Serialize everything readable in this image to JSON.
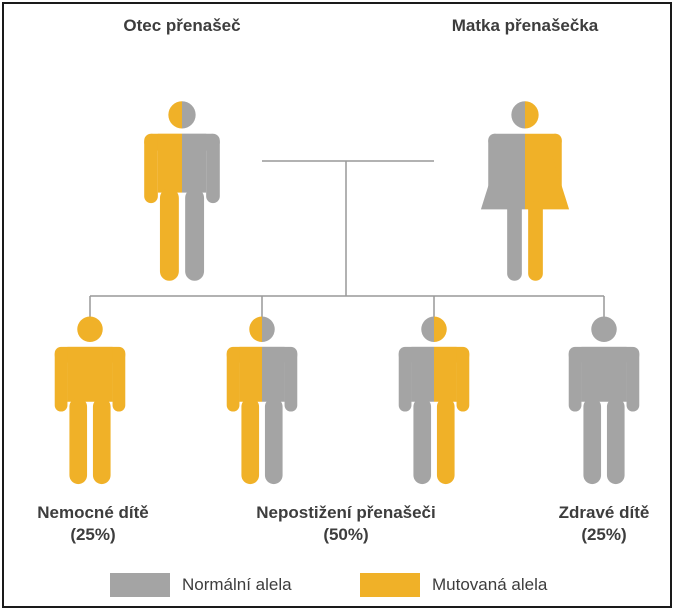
{
  "colors": {
    "normal": "#a4a4a4",
    "mutated": "#f0b128",
    "line": "#999999",
    "text": "#3d3d3d"
  },
  "parents": {
    "father": {
      "label": "Otec přenašeč",
      "left": "mutated",
      "right": "normal"
    },
    "mother": {
      "label": "Matka přenašečka",
      "left": "normal",
      "right": "mutated"
    }
  },
  "children": [
    {
      "left": "mutated",
      "right": "mutated"
    },
    {
      "left": "mutated",
      "right": "normal"
    },
    {
      "left": "normal",
      "right": "mutated"
    },
    {
      "left": "normal",
      "right": "normal"
    }
  ],
  "outcomes": {
    "affected": {
      "name": "Nemocné dítě",
      "pct": "(25%)"
    },
    "carriers": {
      "name": "Nepostižení přenašeči",
      "pct": "(50%)"
    },
    "healthy": {
      "name": "Zdravé dítě",
      "pct": "(25%)"
    }
  },
  "legend": {
    "normal_label": "Normální alela",
    "mutated_label": "Mutovaná alela"
  }
}
